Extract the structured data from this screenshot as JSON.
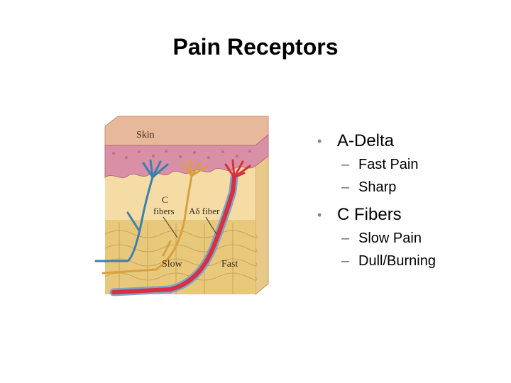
{
  "title": "Pain Receptors",
  "figure": {
    "skin_label": "Skin",
    "c_fibers_label_line1": "C",
    "c_fibers_label_line2": "fibers",
    "a_delta_label": "Aδ fiber",
    "slow_label": "Slow",
    "fast_label": "Fast"
  },
  "bullets": [
    {
      "label": "A-Delta",
      "sub": [
        "Fast Pain",
        "Sharp"
      ]
    },
    {
      "label": "C Fibers",
      "sub": [
        "Slow Pain",
        "Dull/Burning"
      ]
    }
  ],
  "colors": {
    "c_fiber": "#3c7fb0",
    "a_delta": "#d9a040",
    "fast_fiber": "#d83040",
    "skin_top": "#e8b89a",
    "dermis": "#f3d9a0",
    "fat": "#e6c87a"
  }
}
